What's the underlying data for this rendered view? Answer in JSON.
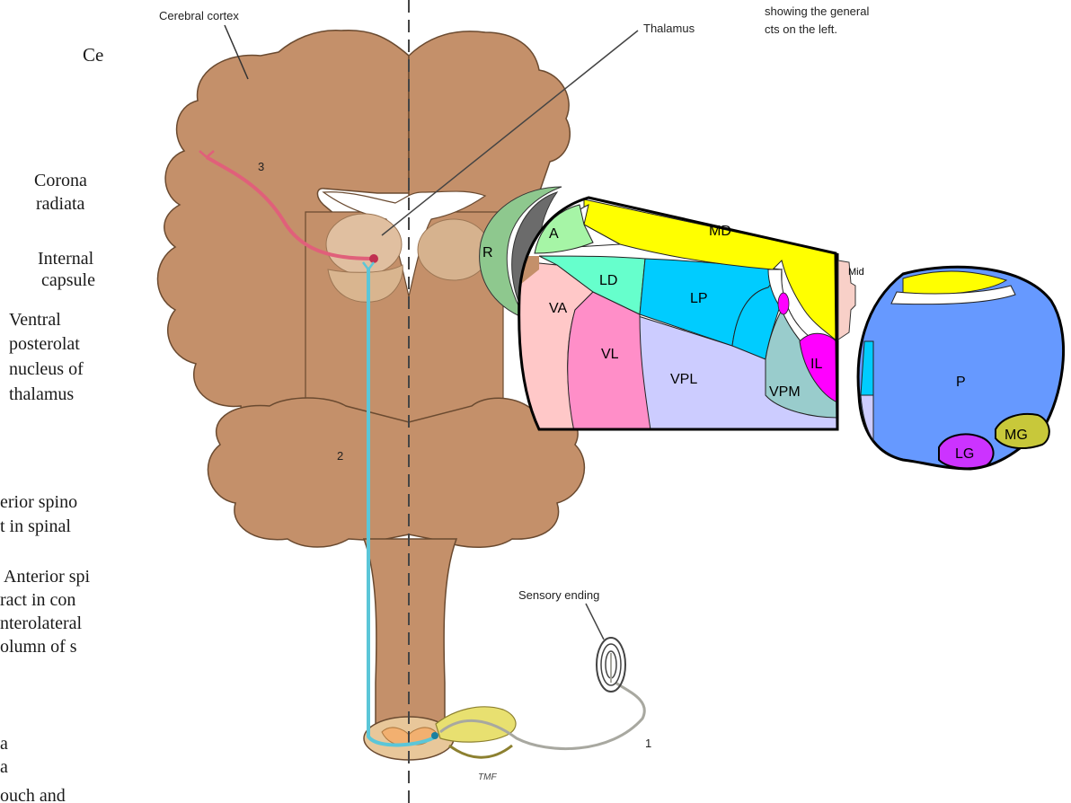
{
  "book_text": {
    "cerebral_top": "Ce",
    "corona_1": "Corona",
    "corona_2": "radiata",
    "internal_1": "Internal",
    "internal_2": "capsule",
    "ventral_1": "Ventral",
    "ventral_2": "posterolat",
    "ventral_3": "nucleus of",
    "ventral_4": "thalamus",
    "ant_spino_1": "erior spino",
    "ant_spino_2": "t in spinal",
    "ant_spi_1": "Anterior spi",
    "ant_spi_2": "ract in con",
    "ant_spi_3": "nterolateral",
    "ant_spi_4": "olumn of s",
    "bottom_1": "a",
    "bottom_2": "a",
    "bottom_3": "ouch and"
  },
  "caption": {
    "line1": "showing the general",
    "line2": "cts on the left."
  },
  "labels": {
    "cerebral_cortex": "Cerebral cortex",
    "thalamus": "Thalamus",
    "sensory_ending": "Sensory ending",
    "neuron_1": "1",
    "neuron_2": "2",
    "neuron_3": "3",
    "signature": "TMF"
  },
  "thalamus_nuclei": {
    "R": "R",
    "A": "A",
    "MD": "MD",
    "LD": "LD",
    "LP": "LP",
    "VA": "VA",
    "VL": "VL",
    "VPL": "VPL",
    "VPM": "VPM",
    "IL": "IL",
    "Mid": "Mid",
    "P": "P",
    "MG": "MG",
    "LG": "LG"
  },
  "colors": {
    "brain_tan": "#c4906a",
    "brain_outline": "#6a4a30",
    "thalamus_light": "#e0bfa0",
    "pathway_cyan": "#5bc6d8",
    "pathway_pink": "#e0607a",
    "R": "#8ec88e",
    "R_dark": "#6b6b6b",
    "A": "#a6f5a6",
    "MD": "#ffff00",
    "LD": "#66ffcc",
    "LP": "#00ccff",
    "VA": "#ffc8c8",
    "VL": "#ff8ec8",
    "VPL": "#ccccff",
    "VPM": "#99cccc",
    "IL": "#ff00ff",
    "P": "#6699ff",
    "MG": "#c8c83a",
    "LG": "#cc33ff",
    "Mid": "#f8d0c8"
  }
}
